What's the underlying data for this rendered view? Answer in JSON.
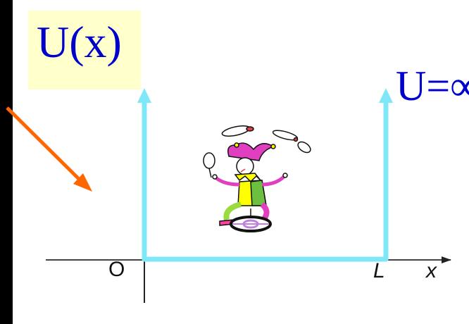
{
  "labels": {
    "potential": "U(x)",
    "infinite": "U=∞",
    "origin": "O",
    "well_width": "L",
    "axis": "x"
  },
  "colors": {
    "background": "#000000",
    "panel": "#ffffff",
    "label_box": "#ffffcc",
    "label_text": "#0000cc",
    "well": "#7fe8f8",
    "arrow": "#ff6600",
    "axis": "#222222"
  },
  "illustration": {
    "name": "juggling-jester-on-unicycle"
  }
}
